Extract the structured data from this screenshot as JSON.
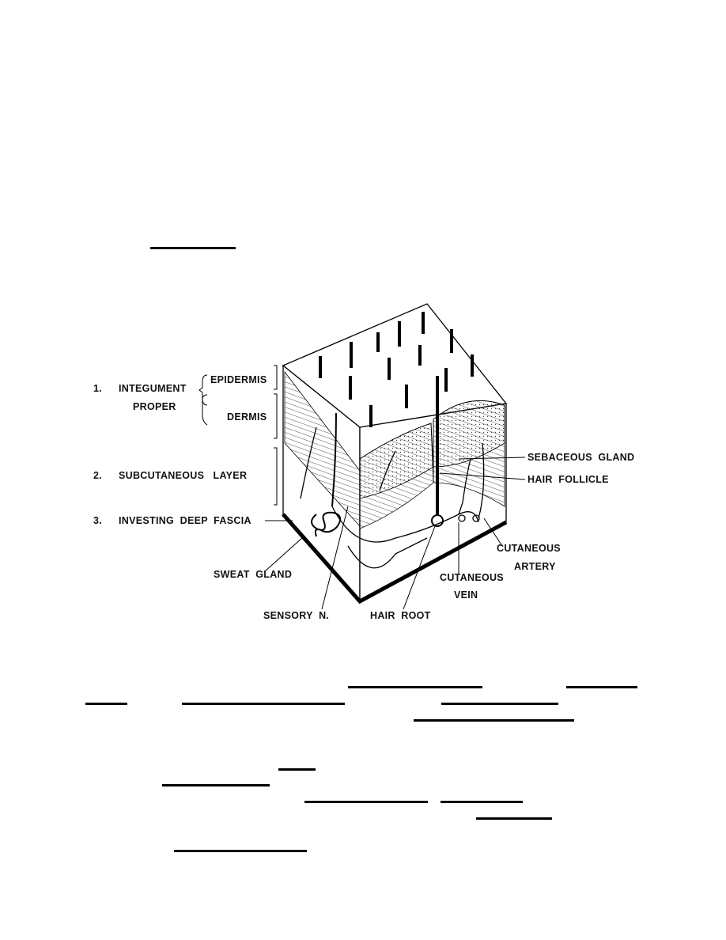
{
  "figure": {
    "labels": {
      "integument_num": "1.",
      "integument": "INTEGUMENT",
      "proper": "PROPER",
      "epidermis": "EPIDERMIS",
      "dermis": "DERMIS",
      "subcutaneous_num": "2.",
      "subcutaneous": "SUBCUTANEOUS   LAYER",
      "fascia_num": "3.",
      "fascia": "INVESTING  DEEP  FASCIA",
      "sebaceous": "SEBACEOUS  GLAND",
      "follicle": "HAIR  FOLLICLE",
      "artery_1": "CUTANEOUS",
      "artery_2": "ARTERY",
      "sweat": "SWEAT  GLAND",
      "vein_1": "CUTANEOUS",
      "vein_2": "VEIN",
      "sensory": "SENSORY  N.",
      "hair_root": "HAIR  ROOT"
    }
  }
}
